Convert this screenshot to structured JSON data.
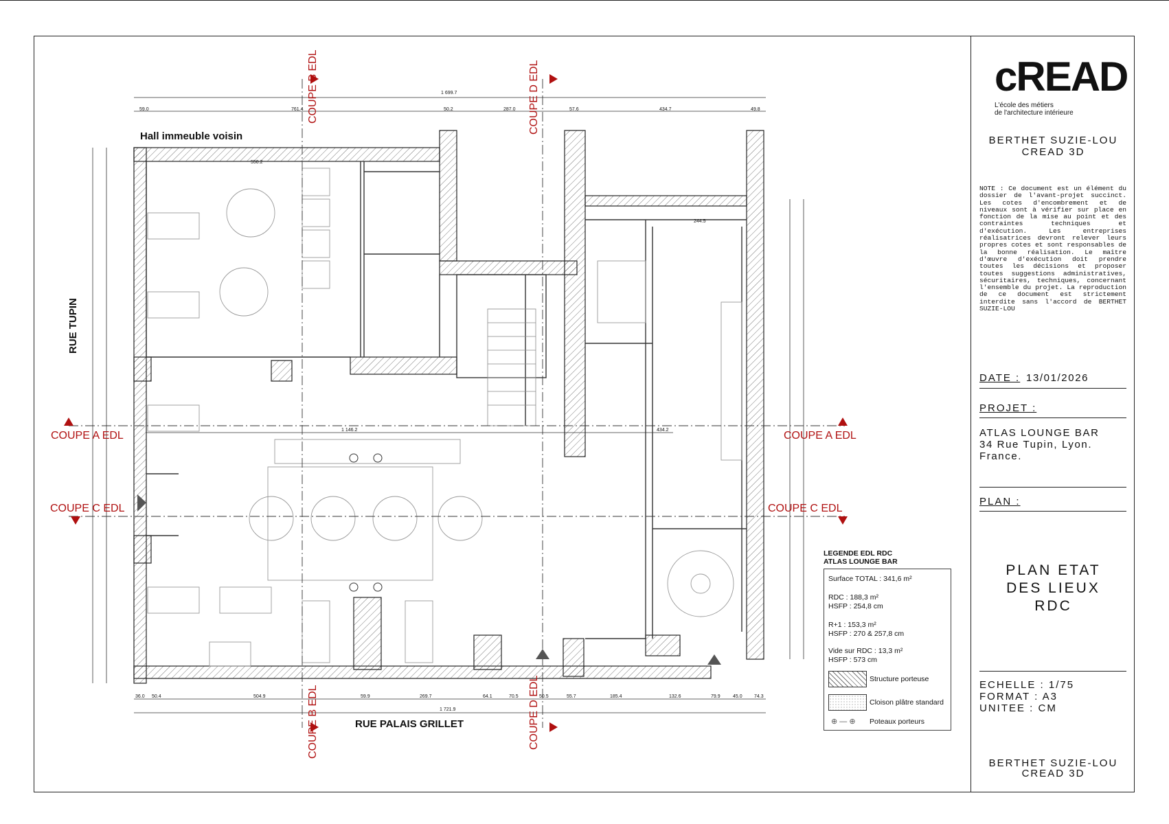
{
  "plan": {
    "street_top": "Hall immeuble voisin",
    "street_left": "RUE TUPIN",
    "street_bottom": "RUE PALAIS GRILLET",
    "sections": {
      "a": "COUPE A EDL",
      "b": "COUPE B EDL",
      "c": "COUPE C EDL",
      "d": "COUPE D EDL"
    },
    "dims_top_total": "1 699.7",
    "dims_top": [
      "59.0",
      "761.4",
      "50.2",
      "287.0",
      "57.6",
      "434.7",
      "49.8"
    ],
    "dims_bottom_total": "1 721.9",
    "dims_bottom": [
      "36.0",
      "50.4",
      "504.9",
      "59.9",
      "269.7",
      "64.1",
      "70.5",
      "50.5",
      "55.7",
      "185.4",
      "132.6",
      "79.9",
      "45.0",
      "74.3"
    ],
    "dim_mid": "1 146.2",
    "dim_mid_right": "434.2",
    "dim_inner_top": "550.2",
    "dim_inner_right_top": "244.5"
  },
  "legend": {
    "title_line1": "LEGENDE EDL RDC",
    "title_line2": "ATLAS LOUNGE BAR",
    "total": "Surface TOTAL : 341,6 m²",
    "rdc_1": "RDC : 188,3 m²",
    "rdc_2": "HSFP : 254,8 cm",
    "r1_1": "R+1 : 153,3 m²",
    "r1_2": "HSFP : 270 & 257,8 cm",
    "vide_1": "Vide sur RDC : 13,3 m²",
    "vide_2": "HSFP : 573 cm",
    "structure": "Structure porteuse",
    "cloison": "Cloison plâtre standard",
    "poteaux": "Poteaux porteurs"
  },
  "cartouche": {
    "logo": "cREAD",
    "logo_sub_1": "L'école des métiers",
    "logo_sub_2": "de l'architecture intérieure",
    "author_1": "BERTHET SUZIE-LOU",
    "author_2": "CREAD 3D",
    "note": "NOTE : Ce document est un élément du dossier de l'avant-projet succinct. Les cotes d'encombrement et de niveaux sont à vérifier sur place en fonction de la mise au point et des contraintes techniques et d'exécution. Les entreprises réalisatrices devront relever leurs propres cotes et sont responsables de la bonne réalisation. Le maître d'œuvre d'exécution doit prendre toutes les décisions et proposer toutes suggestions administratives, sécuritaires, techniques, concernant l'ensemble du projet. La reproduction de ce document est strictement interdite sans l'accord de BERTHET SUZIE-LOU",
    "date_label": "DATE :",
    "date_value": "13/01/2026",
    "project_label": "PROJET :",
    "project_1": "ATLAS LOUNGE BAR",
    "project_2": "34 Rue Tupin, Lyon.",
    "project_3": "France.",
    "plan_label": "PLAN :",
    "plan_title_1": "PLAN ETAT",
    "plan_title_2": "DES LIEUX",
    "plan_title_3": "RDC",
    "scale": "ECHELLE : 1/75",
    "format": "FORMAT : A3",
    "unit": "UNITEE : CM",
    "footer_1": "BERTHET SUZIE-LOU",
    "footer_2": "CREAD 3D"
  }
}
